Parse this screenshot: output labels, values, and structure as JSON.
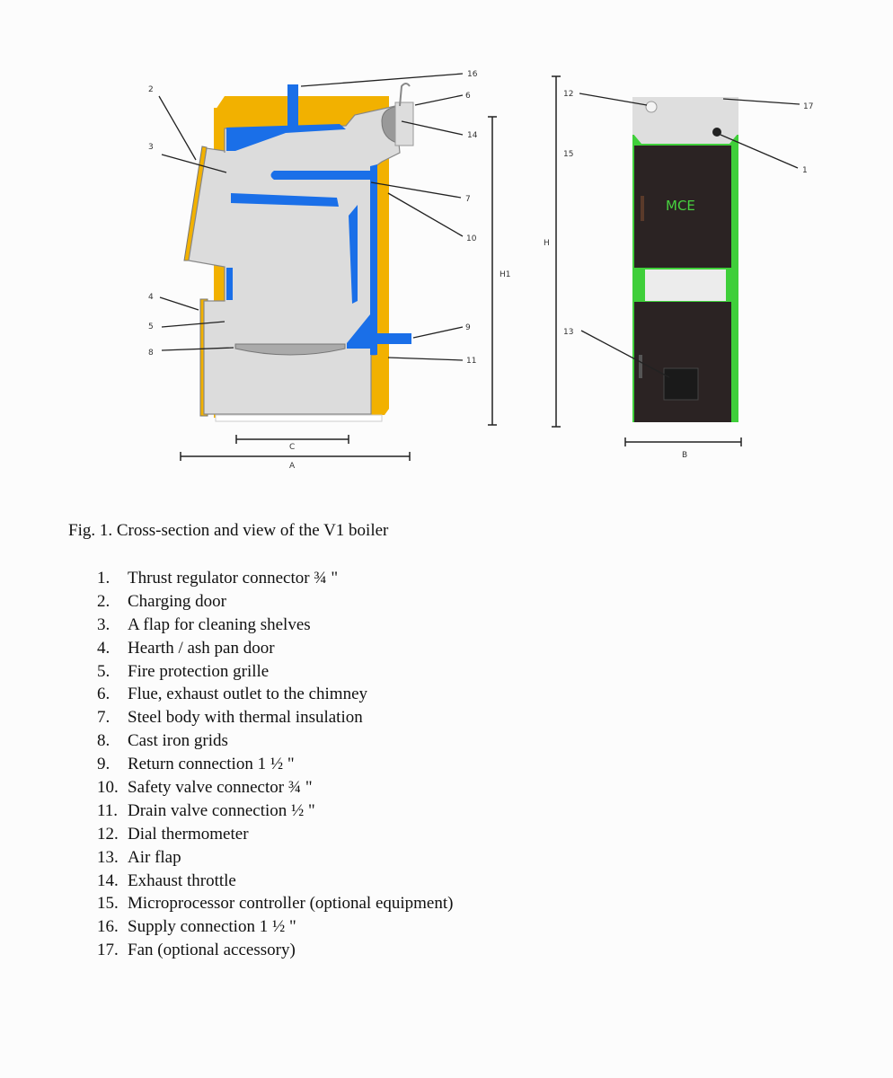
{
  "figure": {
    "caption": "Fig. 1. Cross-section and view of the V1 boiler",
    "cross_section_labels": {
      "l2": "2",
      "l3": "3",
      "l4": "4",
      "l5": "5",
      "l8": "8",
      "l16": "16",
      "l6": "6",
      "l14": "14",
      "l7": "7",
      "l10": "10",
      "l9": "9",
      "l11": "11"
    },
    "view_labels": {
      "l12": "12",
      "l17": "17",
      "l1": "1",
      "l15": "15",
      "l13": "13"
    },
    "dimensions": {
      "H1": "H1",
      "H": "H",
      "C": "C",
      "A": "A",
      "B": "B"
    },
    "logo_text": "MCE",
    "colors": {
      "insulation": "#f2b100",
      "water": "#1a6fe8",
      "steel": "#d9d9d9",
      "casing_green": "#3fcf3a",
      "door_dark": "#2b2323"
    }
  },
  "legend": [
    {
      "num": "1.",
      "text": "Thrust regulator connector ¾ \""
    },
    {
      "num": "2.",
      "text": "Charging door"
    },
    {
      "num": "3.",
      "text": "A flap for cleaning shelves"
    },
    {
      "num": "4.",
      "text": "Hearth / ash pan door"
    },
    {
      "num": "5.",
      "text": "Fire protection grille"
    },
    {
      "num": "6.",
      "text": "Flue, exhaust outlet to the chimney"
    },
    {
      "num": "7.",
      "text": "Steel body with thermal insulation"
    },
    {
      "num": "8.",
      "text": "Cast iron grids"
    },
    {
      "num": "9.",
      "text": "Return connection 1 ½ \""
    },
    {
      "num": "10.",
      "text": "Safety valve connector ¾ \""
    },
    {
      "num": "11.",
      "text": "Drain valve connection ½ \""
    },
    {
      "num": "12.",
      "text": "Dial thermometer"
    },
    {
      "num": "13.",
      "text": "Air flap"
    },
    {
      "num": "14.",
      "text": "Exhaust throttle"
    },
    {
      "num": "15.",
      "text": "Microprocessor controller (optional equipment)"
    },
    {
      "num": "16.",
      "text": "Supply connection 1 ½ \""
    },
    {
      "num": "17.",
      "text": "Fan (optional accessory)"
    }
  ]
}
